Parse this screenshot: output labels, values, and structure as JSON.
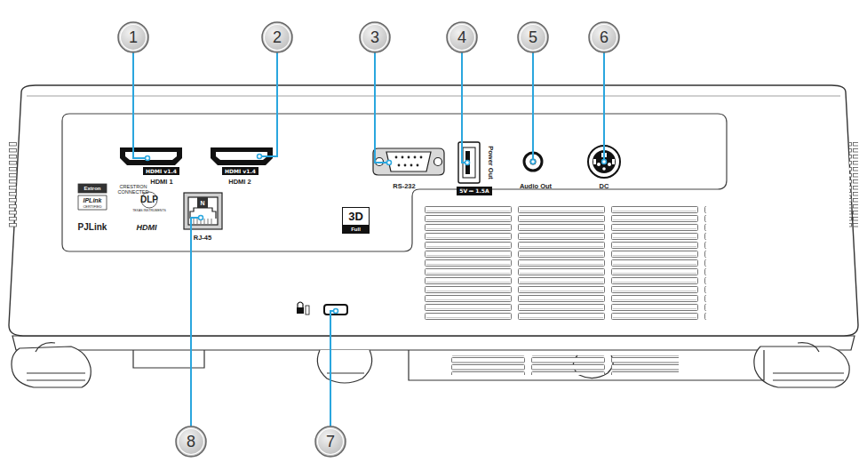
{
  "diagram": {
    "nodes": [
      {
        "text": [
          "HDMI v1.4"
        ]
      },
      {
        "text": [
          "HDMI v1.4"
        ]
      },
      {
        "text": [
          "5V ⎓ 1.5A"
        ]
      },
      {
        "text": [
          "3D",
          "Full"
        ]
      }
    ],
    "labels": [
      "1",
      "2",
      "3",
      "4",
      "5",
      "6",
      "7",
      "8",
      "HDMI 1",
      "HDMI 2",
      "RS-232",
      "Power Out",
      "Audio Out",
      "DC",
      "RJ-45",
      "Extron",
      "IPLink",
      "CERTIFIED",
      "CRESTRON CONNECTED",
      "DLP",
      "TEXAS INSTRUMENTS",
      "PJLink",
      "HDMI",
      "N"
    ]
  }
}
